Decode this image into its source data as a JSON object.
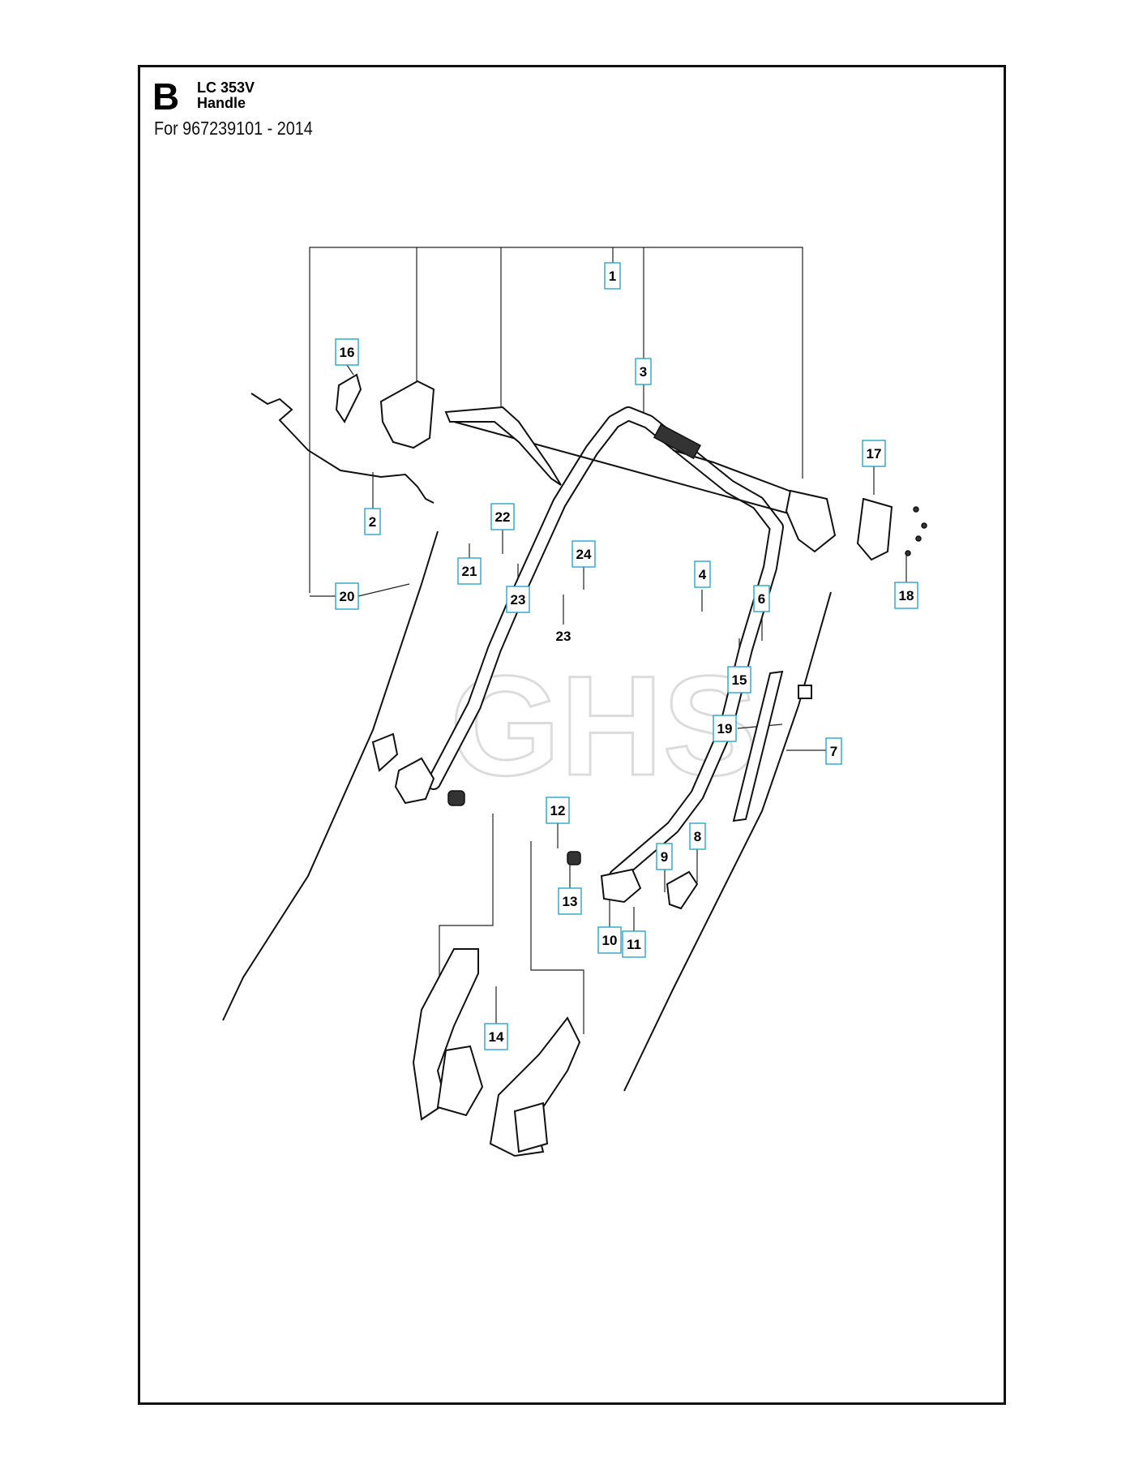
{
  "header": {
    "section_letter": "B",
    "model": "LC 353V",
    "assembly_name": "Handle",
    "applies_to": "For 967239101 - 2014"
  },
  "watermark": "GHS",
  "colors": {
    "callout_border": "#2aa6c6",
    "frame": "#111111"
  },
  "callouts": [
    {
      "id": "1",
      "label": "1"
    },
    {
      "id": "2",
      "label": "2"
    },
    {
      "id": "3",
      "label": "3"
    },
    {
      "id": "4",
      "label": "4"
    },
    {
      "id": "6",
      "label": "6"
    },
    {
      "id": "7",
      "label": "7"
    },
    {
      "id": "8",
      "label": "8"
    },
    {
      "id": "9",
      "label": "9"
    },
    {
      "id": "10",
      "label": "10"
    },
    {
      "id": "11",
      "label": "11"
    },
    {
      "id": "12",
      "label": "12"
    },
    {
      "id": "13",
      "label": "13"
    },
    {
      "id": "14",
      "label": "14"
    },
    {
      "id": "15",
      "label": "15"
    },
    {
      "id": "16",
      "label": "16"
    },
    {
      "id": "17",
      "label": "17"
    },
    {
      "id": "18",
      "label": "18"
    },
    {
      "id": "19",
      "label": "19"
    },
    {
      "id": "20",
      "label": "20"
    },
    {
      "id": "21",
      "label": "21"
    },
    {
      "id": "22",
      "label": "22"
    },
    {
      "id": "23a",
      "label": "23"
    },
    {
      "id": "24",
      "label": "24"
    }
  ],
  "plain_labels": [
    {
      "id": "23b",
      "label": "23"
    }
  ]
}
